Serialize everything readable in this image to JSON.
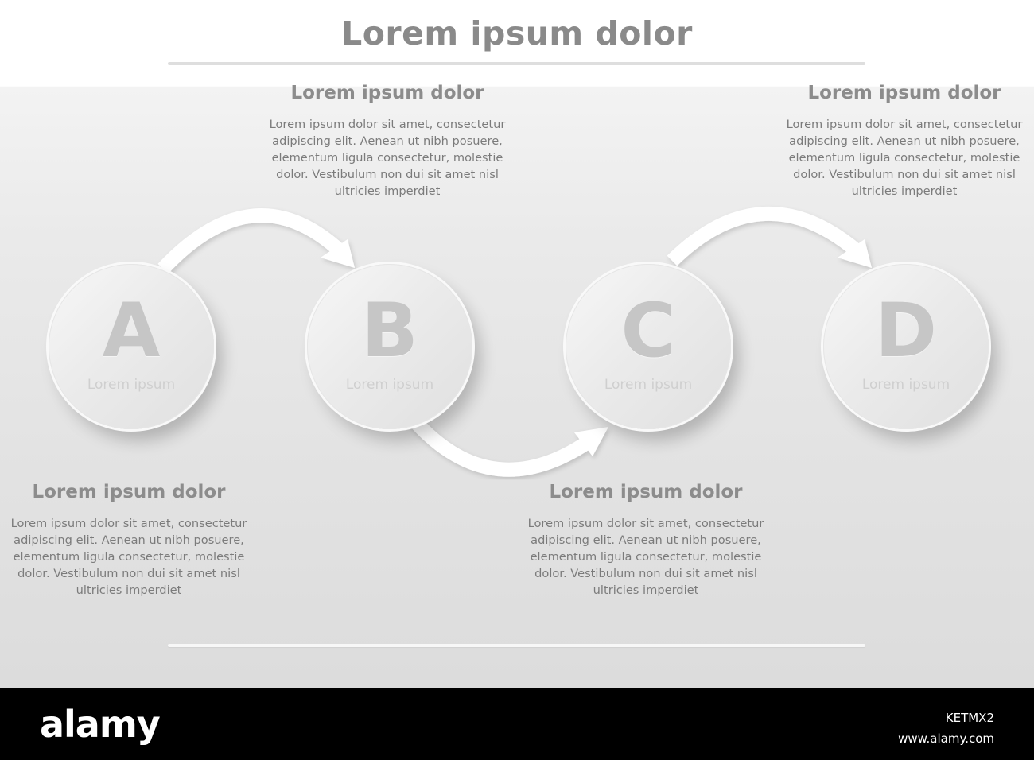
{
  "title": "Lorem ipsum dolor",
  "steps": [
    {
      "letter": "A",
      "sub": "Lorem ipsum"
    },
    {
      "letter": "B",
      "sub": "Lorem ipsum"
    },
    {
      "letter": "C",
      "sub": "Lorem ipsum"
    },
    {
      "letter": "D",
      "sub": "Lorem ipsum"
    }
  ],
  "blocks": [
    {
      "heading": "Lorem ipsum dolor",
      "lines": [
        "Lorem ipsum dolor sit amet, consectetur",
        "adipiscing elit. Aenean ut nibh posuere,",
        "elementum ligula consectetur, molestie",
        "dolor. Vestibulum non dui sit amet nisl",
        "ultricies imperdiet"
      ]
    },
    {
      "heading": "Lorem ipsum dolor",
      "lines": [
        "Lorem ipsum dolor sit amet, consectetur",
        "adipiscing elit. Aenean ut nibh posuere,",
        "elementum ligula consectetur, molestie",
        "dolor. Vestibulum non dui sit amet nisl",
        "ultricies imperdiet"
      ]
    },
    {
      "heading": "Lorem ipsum dolor",
      "lines": [
        "Lorem ipsum dolor sit amet, consectetur",
        "adipiscing elit. Aenean ut nibh posuere,",
        "elementum ligula consectetur, molestie",
        "dolor. Vestibulum non dui sit amet nisl",
        "ultricies imperdiet"
      ]
    },
    {
      "heading": "Lorem ipsum dolor",
      "lines": [
        "Lorem ipsum dolor sit amet, consectetur",
        "adipiscing elit. Aenean ut nibh posuere,",
        "elementum ligula consectetur, molestie",
        "dolor. Vestibulum non dui sit amet nisl",
        "ultricies imperdiet"
      ]
    }
  ],
  "footer": {
    "logo": "alamy",
    "code": "KETMX2",
    "url": "www.alamy.com"
  },
  "colors": {
    "heading": "#8c8c8c",
    "body": "#7b7b7b",
    "letter": "#c6c6c6",
    "arrow": "#ffffff"
  }
}
